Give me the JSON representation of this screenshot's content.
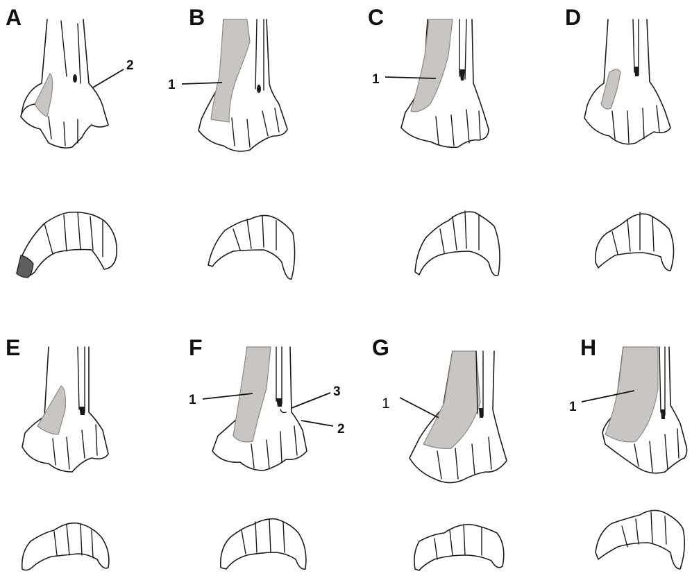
{
  "figure": {
    "panels": [
      {
        "letter": "A",
        "labels": [
          "2"
        ]
      },
      {
        "letter": "B",
        "labels": [
          "1"
        ]
      },
      {
        "letter": "C",
        "labels": [
          "1"
        ]
      },
      {
        "letter": "D",
        "labels": []
      },
      {
        "letter": "E",
        "labels": []
      },
      {
        "letter": "F",
        "labels": [
          "1",
          "3",
          "2"
        ]
      },
      {
        "letter": "G",
        "labels": [
          "1"
        ]
      },
      {
        "letter": "H",
        "labels": [
          "1"
        ]
      }
    ]
  },
  "colors": {
    "outline": "#1a1a1a",
    "shaded_region": "#c8c5c3",
    "dark_region": "#5e5e5e",
    "background": "#ffffff"
  }
}
